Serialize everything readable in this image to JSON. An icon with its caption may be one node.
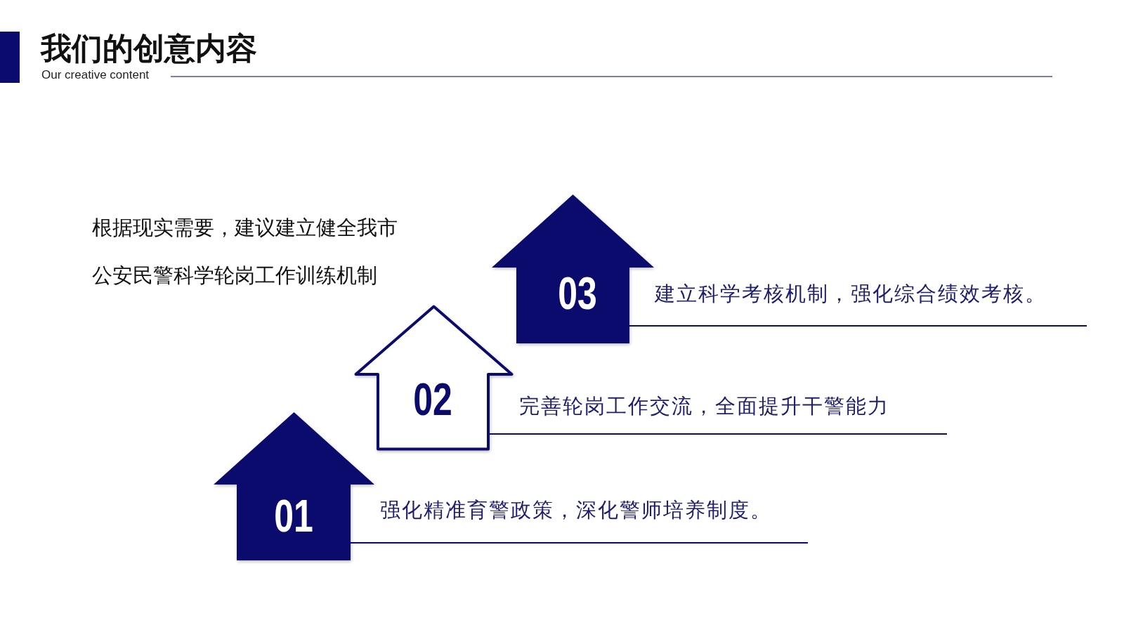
{
  "diagram": {
    "title": "我们的创意内容",
    "nodes": [
      {
        "text": [
          "03"
        ],
        "beside": [
          "建立科学考核机制，强化综合绩效考核。"
        ]
      },
      {
        "text": [
          "02"
        ],
        "beside": [
          "完善轮岗工作交流，全面提升干警能力"
        ]
      },
      {
        "text": [
          "01"
        ],
        "beside": [
          "强化精准育警政策，深化警师培养制度。"
        ]
      }
    ],
    "labels": [
      "Our creative content",
      "根据现实需要，建议建立健全我市公安民警科学轮岗工作训练机制"
    ]
  }
}
